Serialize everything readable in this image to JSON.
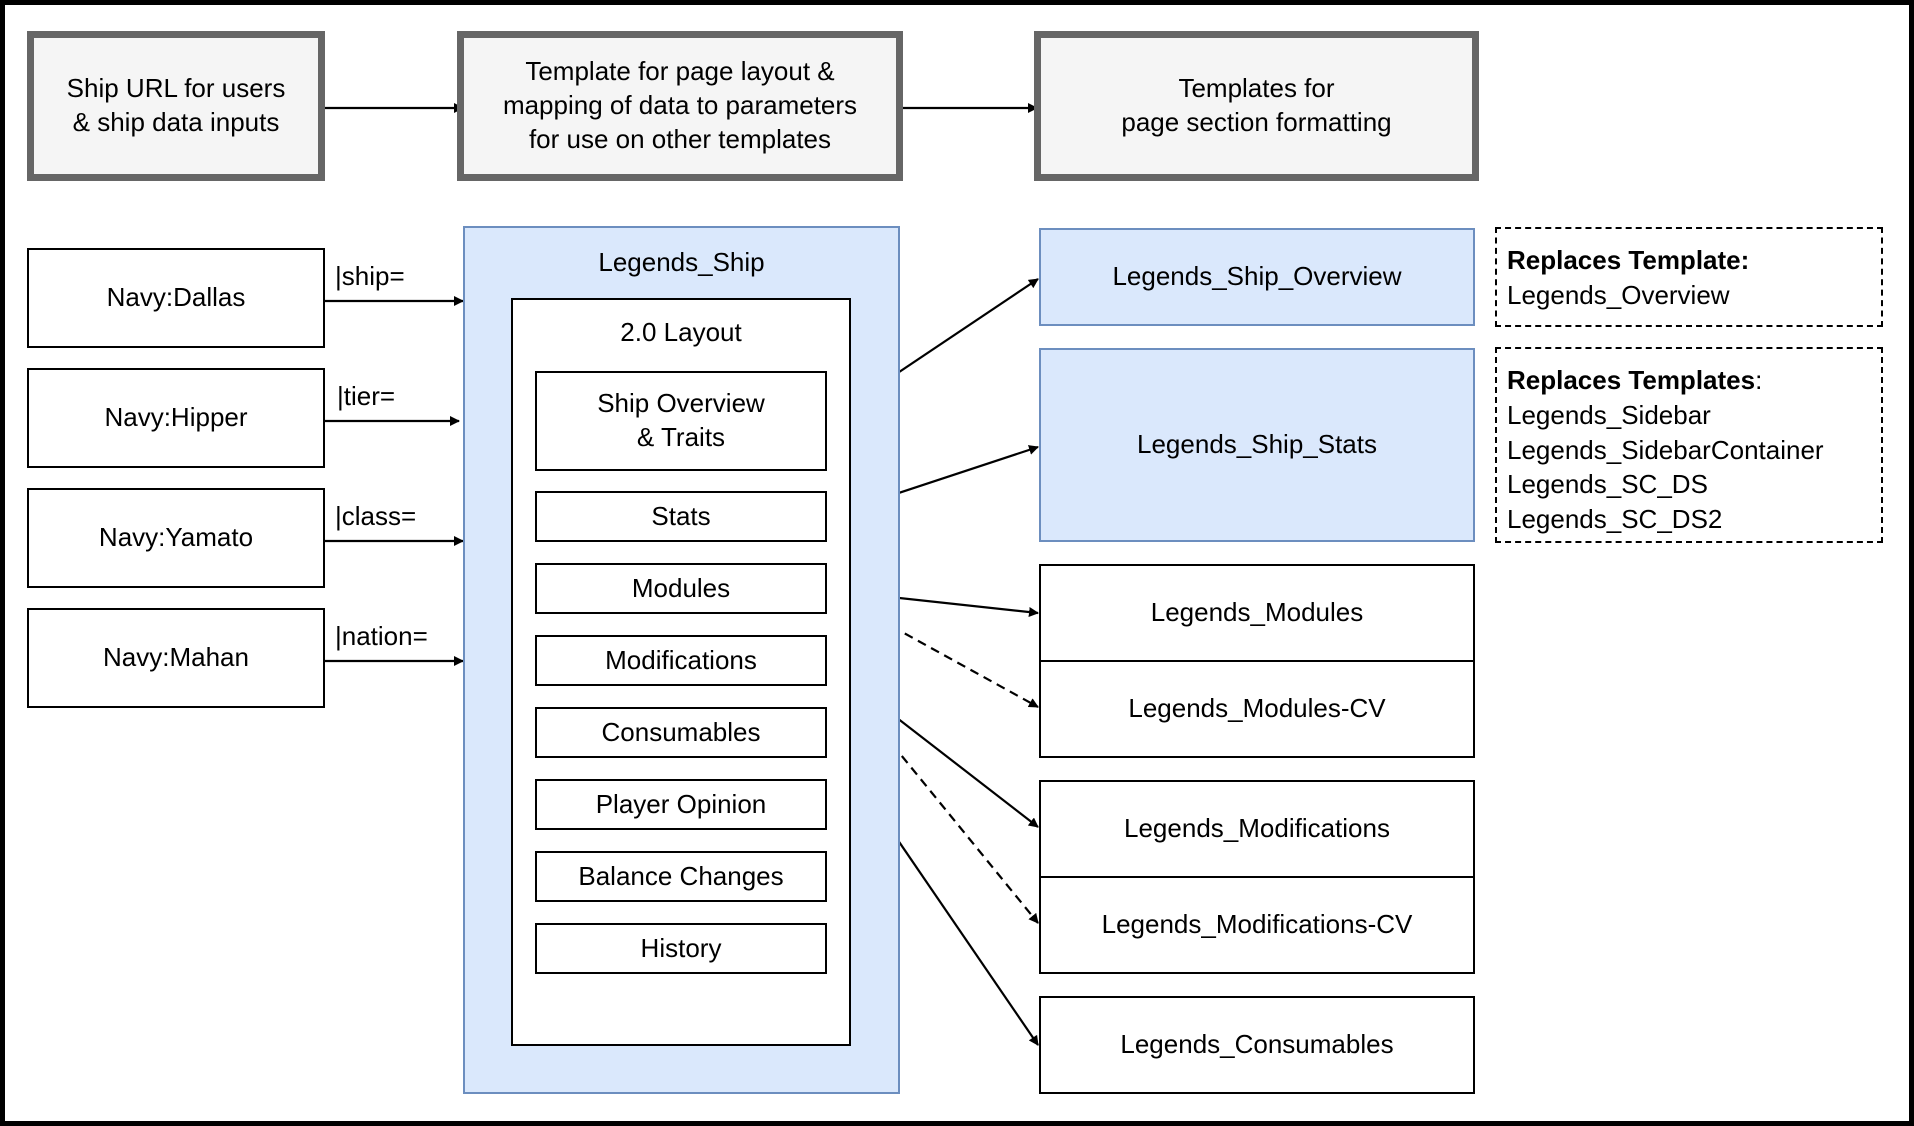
{
  "header": {
    "inputs": "Ship URL for users\n& ship data inputs",
    "layout": "Template for page layout &\nmapping of data to parameters\nfor use on other templates",
    "formatting": "Templates for\npage section formatting"
  },
  "ships": [
    "Navy:Dallas",
    "Navy:Hipper",
    "Navy:Yamato",
    "Navy:Mahan"
  ],
  "params": [
    "|ship=",
    "|tier=",
    "|class=",
    "|nation="
  ],
  "legends_ship": {
    "title": "Legends_Ship",
    "layout_title": "2.0 Layout",
    "sections": [
      "Ship Overview\n& Traits",
      "Stats",
      "Modules",
      "Modifications",
      "Consumables",
      "Player Opinion",
      "Balance Changes",
      "History"
    ]
  },
  "targets": {
    "overview": "Legends_Ship_Overview",
    "stats": "Legends_Ship_Stats",
    "modules": "Legends_Modules",
    "modules_cv": "Legends_Modules-CV",
    "modifications": "Legends_Modifications",
    "modifications_cv": "Legends_Modifications-CV",
    "consumables": "Legends_Consumables"
  },
  "notes": {
    "overview": {
      "title": "Replaces Template:",
      "lines": [
        "Legends_Overview"
      ]
    },
    "stats": {
      "title": "Replaces Templates",
      "suffix": ":",
      "lines": [
        "Legends_Sidebar",
        "Legends_SidebarContainer",
        "Legends_SC_DS",
        "Legends_SC_DS2"
      ]
    }
  },
  "colors": {
    "header_fill": "#f5f5f5",
    "header_border": "#666666",
    "highlight_fill": "#dae8fc",
    "highlight_border": "#6c8ebf"
  }
}
